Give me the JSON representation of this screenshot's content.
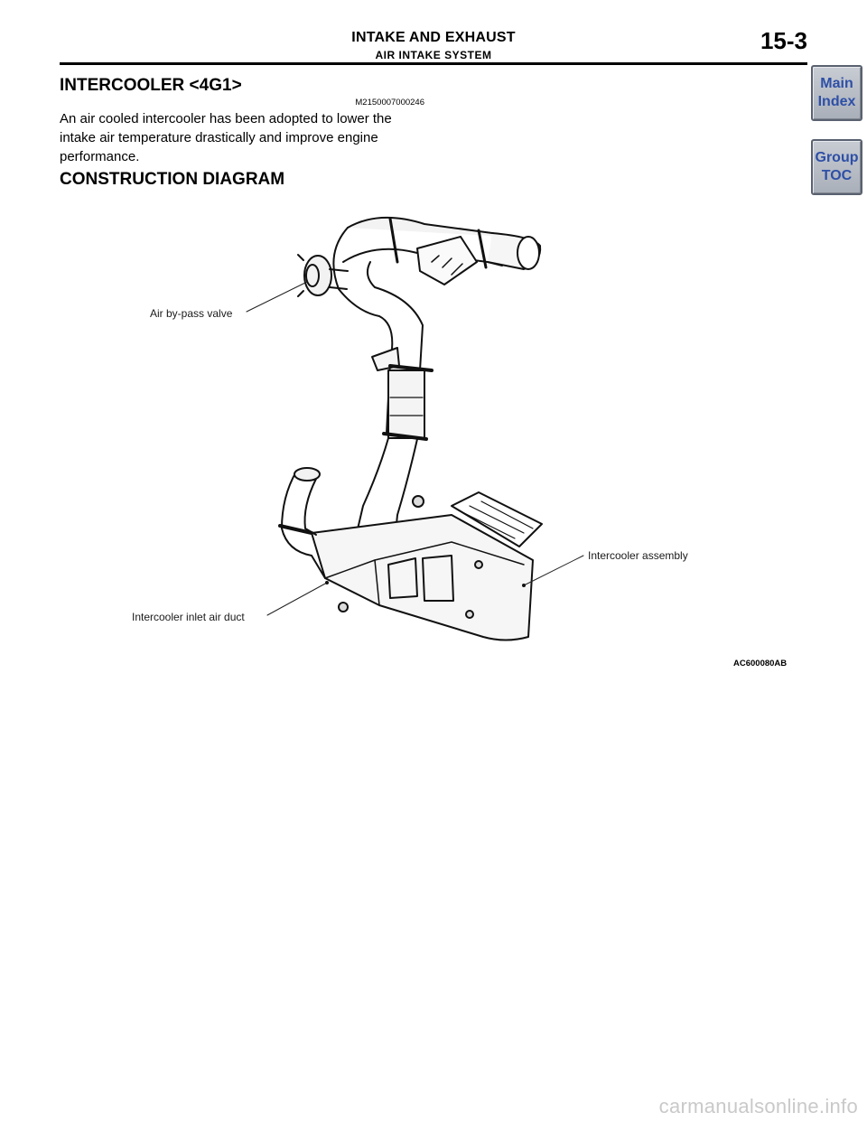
{
  "header": {
    "section": "INTAKE AND EXHAUST",
    "subsection": "AIR INTAKE SYSTEM",
    "page_number": "15-3"
  },
  "nav": {
    "main_index_line1": "Main",
    "main_index_line2": "Index",
    "group_toc_line1": "Group",
    "group_toc_line2": "TOC"
  },
  "content": {
    "title": "INTERCOOLER <4G1>",
    "doc_id": "M2150007000246",
    "paragraph": "An air cooled intercooler has been adopted to lower the intake air temperature drastically and improve engine performance.",
    "diagram_heading": "CONSTRUCTION DIAGRAM"
  },
  "diagram": {
    "labels": {
      "air_bypass_valve": "Air by-pass valve",
      "intercooler_inlet_air_duct": "Intercooler inlet air duct",
      "intercooler_assembly": "Intercooler assembly"
    },
    "figure_code": "AC600080AB"
  },
  "footer": {
    "watermark": "carmanualsonline.info"
  }
}
